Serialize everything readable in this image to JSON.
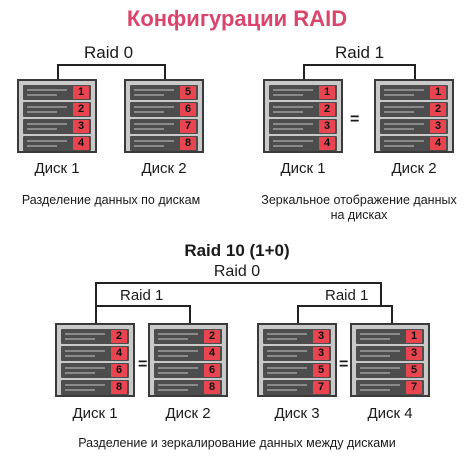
{
  "title": "Конфигурации RAID",
  "raid0": {
    "heading": "Raid 0",
    "caption": "Разделение данных по дискам",
    "disks": [
      {
        "label": "Диск 1",
        "blocks": [
          "1",
          "2",
          "3",
          "4"
        ]
      },
      {
        "label": "Диск 2",
        "blocks": [
          "5",
          "6",
          "7",
          "8"
        ]
      }
    ]
  },
  "raid1": {
    "heading": "Raid 1",
    "caption_line1": "Зеркальное отображение данных",
    "caption_line2": "на дисках",
    "eq": "=",
    "disks": [
      {
        "label": "Диск 1",
        "blocks": [
          "1",
          "2",
          "3",
          "4"
        ]
      },
      {
        "label": "Диск 2",
        "blocks": [
          "1",
          "2",
          "3",
          "4"
        ]
      }
    ]
  },
  "raid10": {
    "heading": "Raid 10 (1+0)",
    "sub_heading": "Raid 0",
    "left_heading": "Raid 1",
    "right_heading": "Raid 1",
    "eq": "=",
    "caption": "Разделение и зеркалирование данных между дисками",
    "disks": [
      {
        "label": "Диск 1",
        "blocks": [
          "2",
          "4",
          "6",
          "8"
        ]
      },
      {
        "label": "Диск 2",
        "blocks": [
          "2",
          "4",
          "6",
          "8"
        ]
      },
      {
        "label": "Диск 3",
        "blocks": [
          "3",
          "3",
          "5",
          "7"
        ]
      },
      {
        "label": "Диск 4",
        "blocks": [
          "1",
          "3",
          "5",
          "7"
        ]
      }
    ]
  },
  "colors": {
    "title": "#d9456c",
    "block": "#e84550",
    "disk_body": "#c9c9c9",
    "slot": "#4d4d4d"
  }
}
